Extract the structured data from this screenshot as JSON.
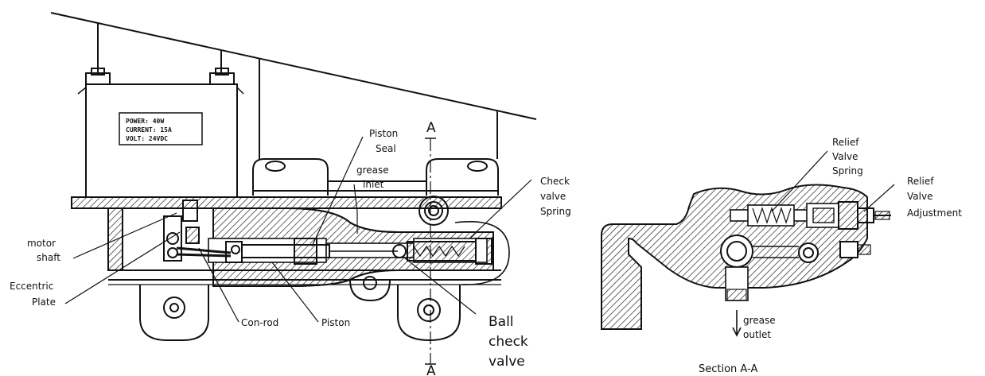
{
  "nameplate": [
    "POWER: 40W",
    "CURRENT: 15A",
    "VOLT: 24VDC"
  ],
  "labels": {
    "piston_seal": [
      "Piston",
      "Seal"
    ],
    "section_mark_top": "A",
    "section_mark_bottom": "A",
    "grease_inlet": [
      "grease",
      "inlet"
    ],
    "check_valve_spring": [
      "Check",
      "valve",
      "Spring"
    ],
    "motor_shaft": [
      "motor",
      "shaft"
    ],
    "eccentric_plate": [
      "Eccentric",
      "Plate"
    ],
    "con_rod": "Con-rod",
    "piston": "Piston",
    "ball_check_valve": [
      "Ball",
      "check",
      "valve"
    ],
    "relief_valve_spring": [
      "Relief",
      "Valve",
      "Spring"
    ],
    "relief_valve_adjustment": [
      "Relief",
      "Valve",
      "Adjustment"
    ],
    "grease_outlet": [
      "grease",
      "outlet"
    ],
    "section_title": "Section A-A"
  },
  "colors": {
    "ink": "#111111",
    "paper": "#ffffff"
  }
}
